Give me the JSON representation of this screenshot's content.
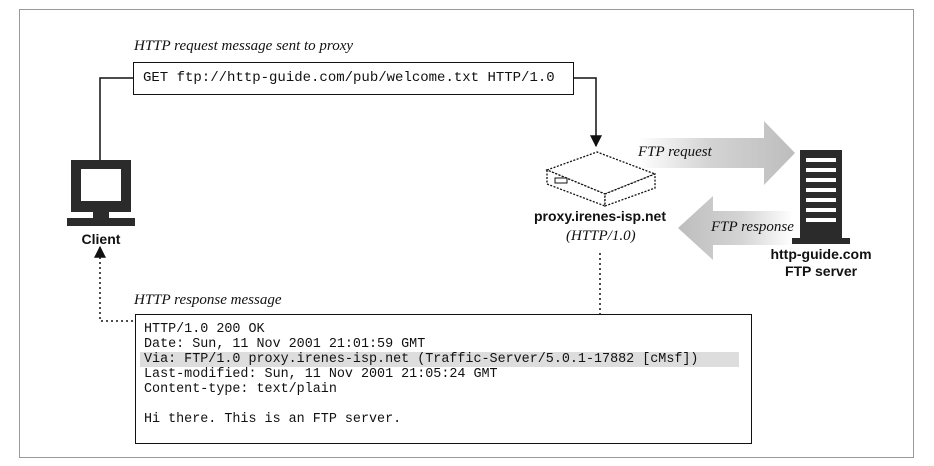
{
  "request_caption": "HTTP request message sent to proxy",
  "request_line": "GET ftp://http-guide.com/pub/welcome.txt HTTP/1.0",
  "client_label": "Client",
  "proxy_name": "proxy.irenes-isp.net",
  "proxy_protocol": "(HTTP/1.0)",
  "ftp_request_label": "FTP request",
  "ftp_response_label": "FTP response",
  "server_name": "http-guide.com",
  "server_type": "FTP server",
  "response_caption": "HTTP response message",
  "response_lines": [
    "HTTP/1.0 200 OK",
    "Date: Sun, 11 Nov 2001 21:01:59 GMT",
    "Via: FTP/1.0 proxy.irenes-isp.net (Traffic-Server/5.0.1-17882 [cMsf])",
    "Last-modified: Sun, 11 Nov 2001 21:05:24 GMT",
    "Content-type: text/plain",
    "",
    "Hi there. This is an FTP server."
  ],
  "highlighted_line_index": 2,
  "icons": {
    "client": "computer-icon",
    "proxy": "proxy-box-icon",
    "server": "server-tower-icon"
  },
  "colors": {
    "arrow_gray": "#c8c8c8",
    "highlight": "#dddddd",
    "ink": "#111111"
  }
}
